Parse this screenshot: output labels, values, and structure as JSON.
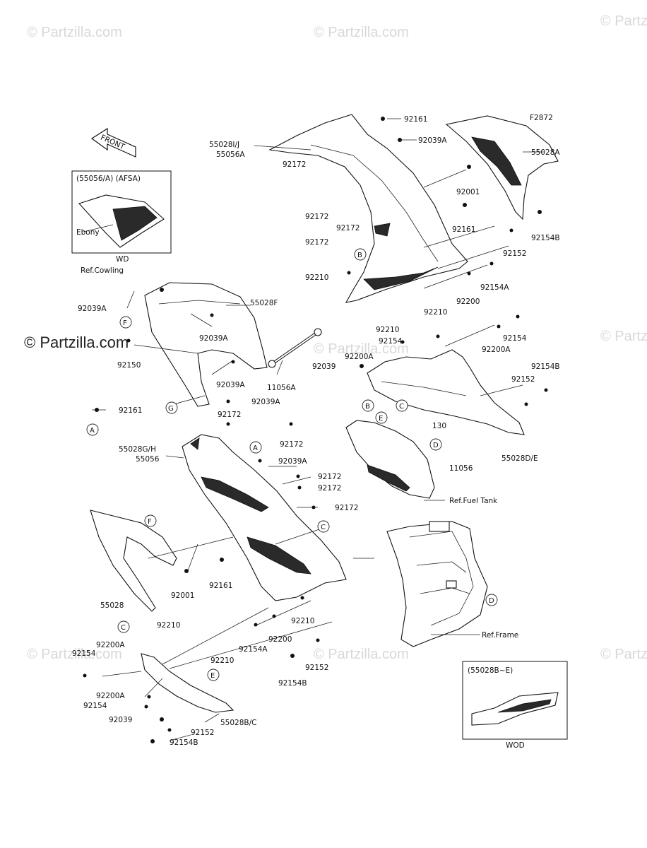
{
  "watermarks": {
    "corner": "© Partzilla.com",
    "main": "© Partzilla.com"
  },
  "diagram_code": "F2872",
  "front_arrow": "FRONT",
  "inset_top": {
    "title": "(55056/A)  (AFSA)",
    "color_label": "Ebony",
    "footer": "WD"
  },
  "inset_bottom": {
    "title": "(55028B~E)",
    "footer": "WOD"
  },
  "refs": {
    "cowling": "Ref.Cowling",
    "fuel_tank": "Ref.Fuel Tank",
    "frame": "Ref.Frame"
  },
  "callouts": [
    "A",
    "B",
    "C",
    "D",
    "E",
    "F",
    "G"
  ],
  "labels": {
    "p55028IJ": "55028I/J",
    "p55056A": "55056A",
    "p92161_top": "92161",
    "p92039A_top": "92039A",
    "p55028A": "55028A",
    "p92172_a": "92172",
    "p92172_b": "92172",
    "p92172_c": "92172",
    "p92172_d": "92172",
    "p92001_top": "92001",
    "p92161_mid": "92161",
    "p92154B_r": "92154B",
    "p92152_r": "92152",
    "p92210_a": "92210",
    "p92154A_r": "92154A",
    "p92200_r": "92200",
    "p92210_b": "92210",
    "p92210_c": "92210",
    "p92154_c": "92154",
    "p92154_r": "92154",
    "p92200A_r": "92200A",
    "p92200A_c": "92200A",
    "p92039_c": "92039",
    "p92154B_r2": "92154B",
    "p92152_r2": "92152",
    "p92039A_l1": "92039A",
    "p55028F": "55028F",
    "p92039A_l2": "92039A",
    "p92150": "92150",
    "p11056A": "11056A",
    "p92039A_l3": "92039A",
    "p92039A_l4": "92039A",
    "p92161_l": "92161",
    "p92172_e": "92172",
    "p92172_f": "92172",
    "p55028GH": "55028G/H",
    "p55056": "55056",
    "p92039A_m": "92039A",
    "p92172_g": "92172",
    "p92172_h": "92172",
    "p92172_i": "92172",
    "p130": "130",
    "p11056": "11056",
    "p55028DE": "55028D/E",
    "p92001_b": "92001",
    "p92161_b": "92161",
    "p55028": "55028",
    "p92210_d": "92210",
    "p92210_e": "92210",
    "p92200A_b": "92200A",
    "p92154_b": "92154",
    "p92210_f": "92210",
    "p92154A_b": "92154A",
    "p92200_b": "92200",
    "p92152_b": "92152",
    "p92154B_b": "92154B",
    "p92200A_b2": "92200A",
    "p92154_b2": "92154",
    "p55028BC": "55028B/C",
    "p92039_b": "92039",
    "p92152_b2": "92152",
    "p92154B_b2": "92154B"
  }
}
